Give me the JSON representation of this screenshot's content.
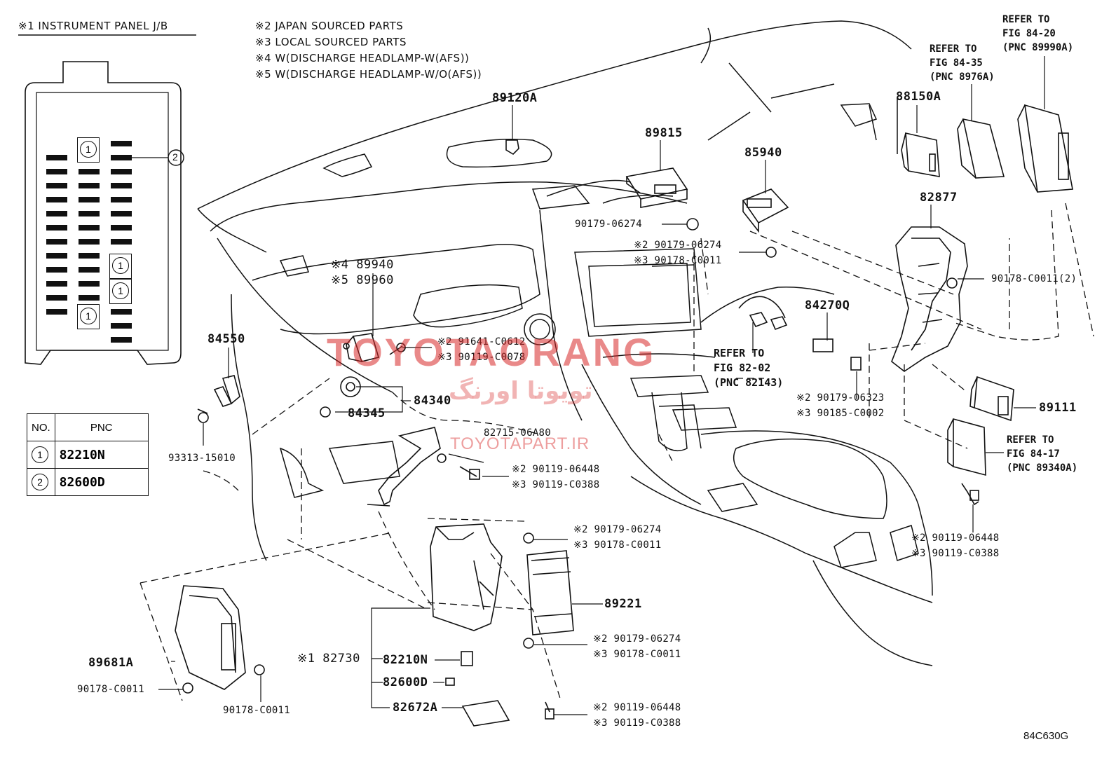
{
  "header": {
    "jb_title": "※1 INSTRUMENT PANEL J/B",
    "notes": [
      "※2 JAPAN SOURCED PARTS",
      "※3 LOCAL SOURCED PARTS",
      "※4 W(DISCHARGE HEADLAMP-W(AFS))",
      "※5 W(DISCHARGE HEADLAMP-W/O(AFS))"
    ]
  },
  "jb_callouts": {
    "one": "1",
    "two": "2"
  },
  "pnc_table": {
    "headers": [
      "NO.",
      "PNC"
    ],
    "rows": [
      {
        "no": "1",
        "pnc": "82210N"
      },
      {
        "no": "2",
        "pnc": "82600D"
      }
    ]
  },
  "refs": {
    "fig_84_20": [
      "REFER TO",
      "FIG 84-20",
      "(PNC 89990A)"
    ],
    "fig_84_35": [
      "REFER TO",
      "FIG 84-35",
      "(PNC 8976A)"
    ],
    "fig_82_02": [
      "REFER TO",
      "FIG 82-02",
      "(PNC 82143)"
    ],
    "fig_84_17": [
      "REFER TO",
      "FIG 84-17",
      "(PNC 89340A)"
    ]
  },
  "parts": {
    "p89120A": "89120A",
    "p89815": "89815",
    "p85940": "85940",
    "p88150A": "88150A",
    "p82877": "82877",
    "p90179_06274_a": "90179-06274",
    "p90179_06274_b": "※2 90179-06274",
    "p90178_C0011_b": "※3 90178-C0011",
    "p90178_C0011_2": "90178-C0011(2)",
    "p84270Q": "84270Q",
    "p89940": "※4 89940",
    "p89960": "※5 89960",
    "p91641_C0612": "※2 91641-C0612",
    "p90119_C0078": "※3 90119-C0078",
    "p84550": "84550",
    "p84340": "84340",
    "p84345": "84345",
    "p93313_15010": "93313-15010",
    "p82715_06A80": "82715-06A80",
    "p90119_06448_a": "※2 90119-06448",
    "p90119_C0388_a": "※3 90119-C0388",
    "p90179_06323": "※2 90179-06323",
    "p90185_C0002": "※3 90185-C0002",
    "p89111": "89111",
    "p90119_06448_r": "※2 90119-06448",
    "p90119_C0388_r": "※3 90119-C0388",
    "p90179_06274_c": "※2 90179-06274",
    "p90178_C0011_c": "※3 90178-C0011",
    "p89221": "89221",
    "p90179_06274_d": "※2 90179-06274",
    "p90178_C0011_d": "※3 90178-C0011",
    "p89681A": "89681A",
    "p90178_C0011_e": "90178-C0011",
    "p90178_C0011_f": "90178-C0011",
    "p82730": "※1 82730",
    "p82210N": "82210N",
    "p82600D": "82600D",
    "p82672A": "82672A",
    "p90119_06448_b": "※2 90119-06448",
    "p90119_C0388_b": "※3 90119-C0388"
  },
  "watermark": {
    "latin": "TOYOTAORANG",
    "persian": "تویوتا اورنگ",
    "site": "TOYOTAPART.IR"
  },
  "figure_id": "84C630G"
}
